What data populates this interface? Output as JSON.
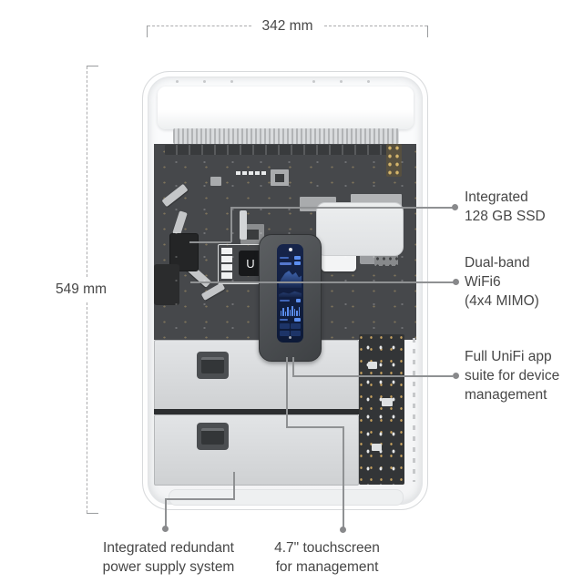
{
  "dimension_annotations": {
    "width": "342 mm",
    "height": "549 mm"
  },
  "feature_callouts": {
    "ssd": {
      "lines": [
        "Integrated",
        "128 GB SSD"
      ]
    },
    "wifi": {
      "lines": [
        "Dual-band",
        "WiFi6",
        "(4x4 MIMO)"
      ]
    },
    "unifi_app": {
      "lines": [
        "Full UniFi app",
        "suite for device",
        "management"
      ]
    },
    "psu": {
      "lines": [
        "Integrated redundant",
        "power supply system"
      ]
    },
    "touchscreen": {
      "lines": [
        "4.7\" touchscreen",
        "for management"
      ]
    }
  },
  "device": {
    "chip_logo": "U"
  },
  "colors": {
    "annotation_text": "#474747",
    "leader_line": "#8f9193",
    "pcb": "#46484b",
    "screen_background": "#0d1a38",
    "screen_accent": "#5b8ef0"
  }
}
